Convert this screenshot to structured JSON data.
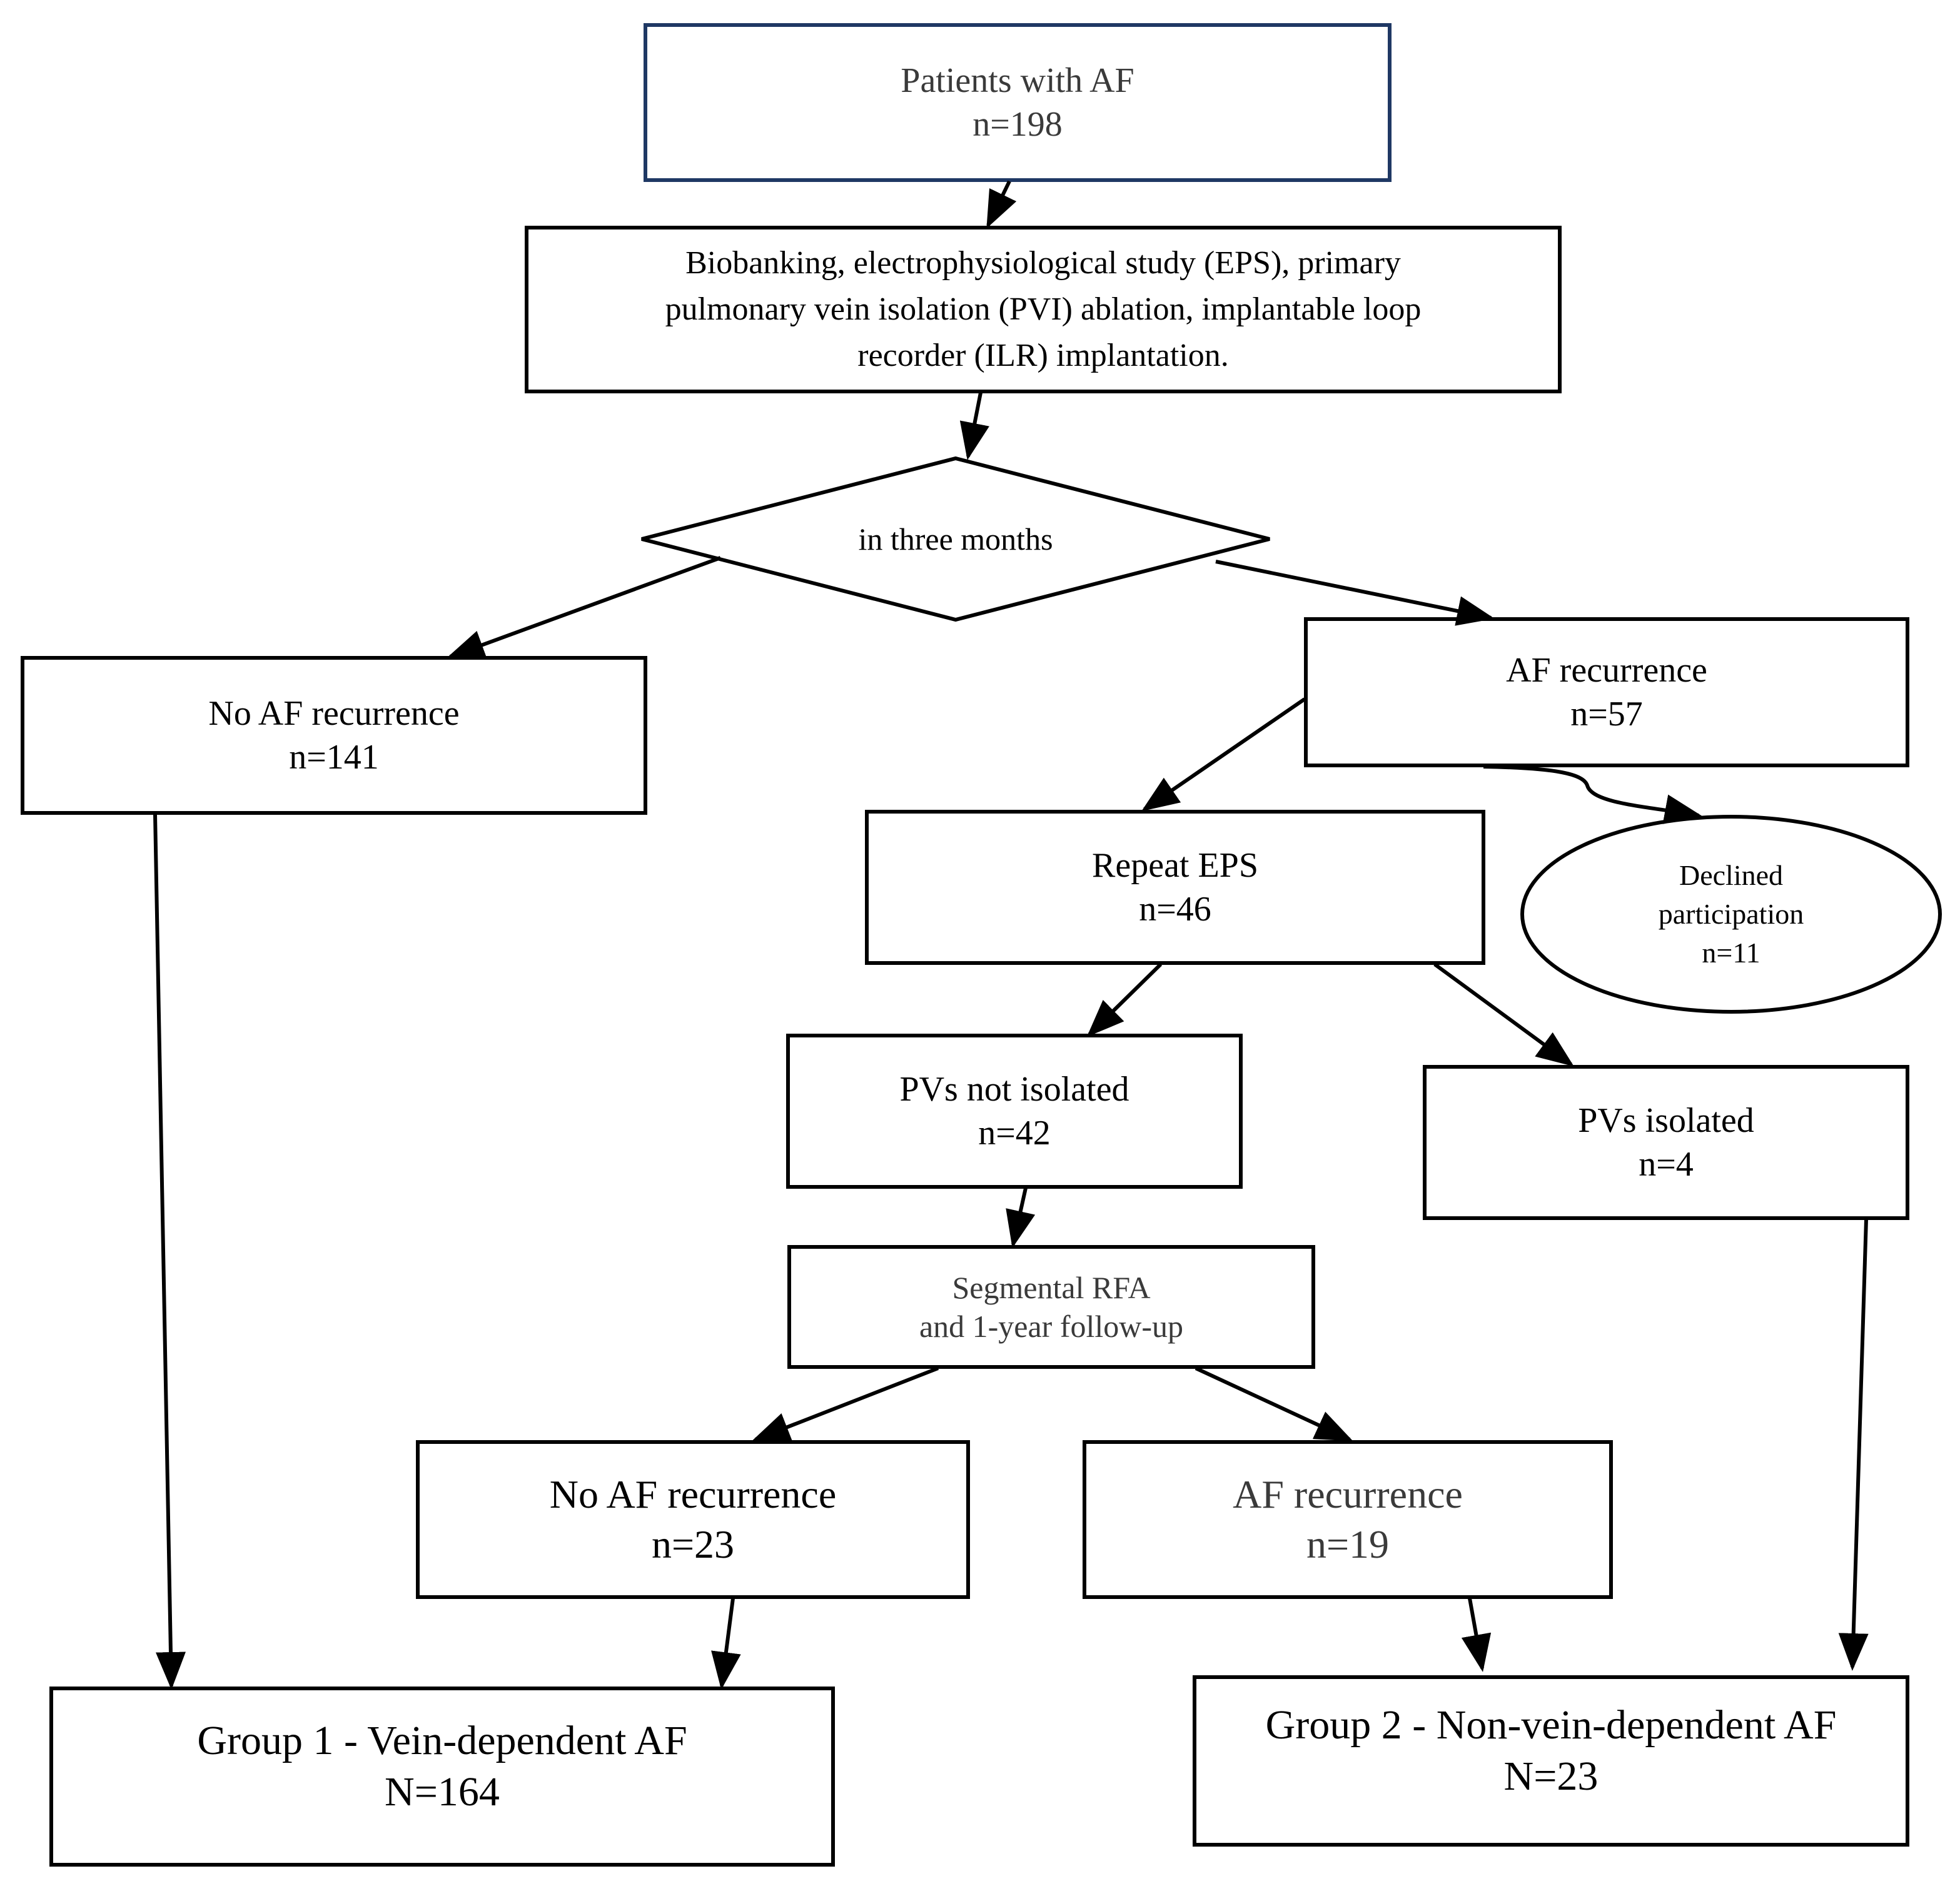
{
  "nodes": {
    "patients": {
      "title": "Patients with AF",
      "count": "n=198"
    },
    "procedures": {
      "line1": "Biobanking, electrophysiological study (EPS), primary",
      "line2": "pulmonary vein isolation (PVI) ablation, implantable loop",
      "line3": "recorder (ILR) implantation."
    },
    "decision": {
      "label": "in three months"
    },
    "no_recurrence_1": {
      "title": "No AF recurrence",
      "count": "n=141"
    },
    "recurrence_1": {
      "title": "AF recurrence",
      "count": "n=57"
    },
    "repeat_eps": {
      "title": "Repeat EPS",
      "count": "n=46"
    },
    "declined": {
      "line1": "Declined",
      "line2": "participation",
      "count": "n=11"
    },
    "pvs_not_isolated": {
      "title": "PVs not isolated",
      "count": "n=42"
    },
    "pvs_isolated": {
      "title": "PVs isolated",
      "count": "n=4"
    },
    "segmental_rfa": {
      "line1": "Segmental RFA",
      "line2": "and 1-year follow-up"
    },
    "no_recurrence_2": {
      "title": "No AF recurrence",
      "count": "n=23"
    },
    "recurrence_2": {
      "title": "AF recurrence",
      "count": "n=19"
    },
    "group1": {
      "title": "Group 1 - Vein-dependent AF",
      "count": "N=164"
    },
    "group2": {
      "title": "Group 2 - Non-vein-dependent AF",
      "count": "N=23"
    }
  },
  "colors": {
    "stroke": "#000000",
    "top_box_border": "#1f3864",
    "grey_text": "#3a3a3a"
  }
}
